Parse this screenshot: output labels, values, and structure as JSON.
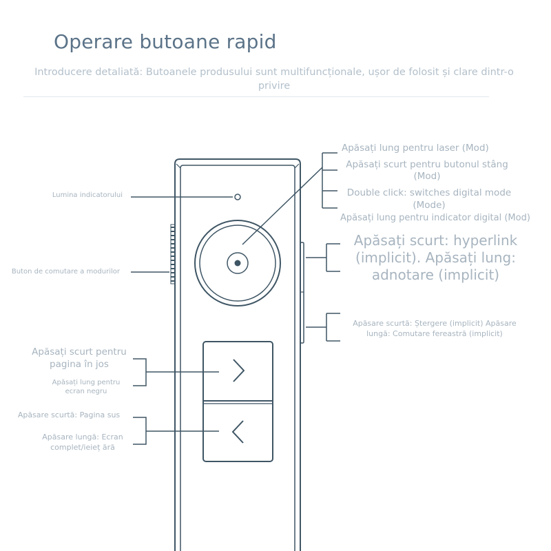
{
  "header": {
    "title": "Operare butoane rapid",
    "intro": "Introducere detaliată: Butoanele produsului sunt multifuncționale, ușor de folosit și clare dintr-o privire"
  },
  "labels": {
    "indicator_light": "Lumina indicatorului",
    "mode_switch": "Buton de comutare a modurilor",
    "round_button": [
      "Apăsați lung pentru laser (Mod)",
      "Apăsați scurt pentru butonul stâng (Mod)",
      "Double click: switches digital mode (Mode)",
      "Apăsați lung pentru indicator digital (Mod)"
    ],
    "side_button_top": "Apăsați scurt: hyperlink (implicit). Apăsați lung: adnotare (implicit)",
    "side_button_bottom": "Apăsare scurtă: Ștergere (implicit) Apăsare lungă: Comutare fereastră (implicit)",
    "page_down_short": "Apăsați scurt pentru pagina în jos",
    "page_down_long": "Apăsați lung pentru ecran negru",
    "page_up_short": "Apăsare scurtă: Pagina sus",
    "page_up_long": "Apăsare lungă: Ecran complet/ieieț ără"
  },
  "icons": {
    "next": "chevron-right-icon",
    "prev": "chevron-left-icon",
    "center": "dot-icon"
  },
  "colors": {
    "outline": "#3e5564",
    "label": "#a7b4bf",
    "title": "#5b7388",
    "intro": "#b3c0cb"
  }
}
